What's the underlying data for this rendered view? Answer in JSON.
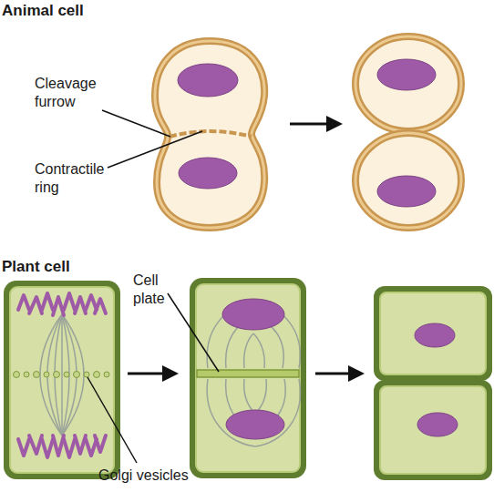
{
  "diagram": {
    "labels": [
      "Animal cell",
      "Cleavage furrow",
      "Contractile ring",
      "Plant cell",
      "Cell plate",
      "Golgi vesicles"
    ]
  }
}
